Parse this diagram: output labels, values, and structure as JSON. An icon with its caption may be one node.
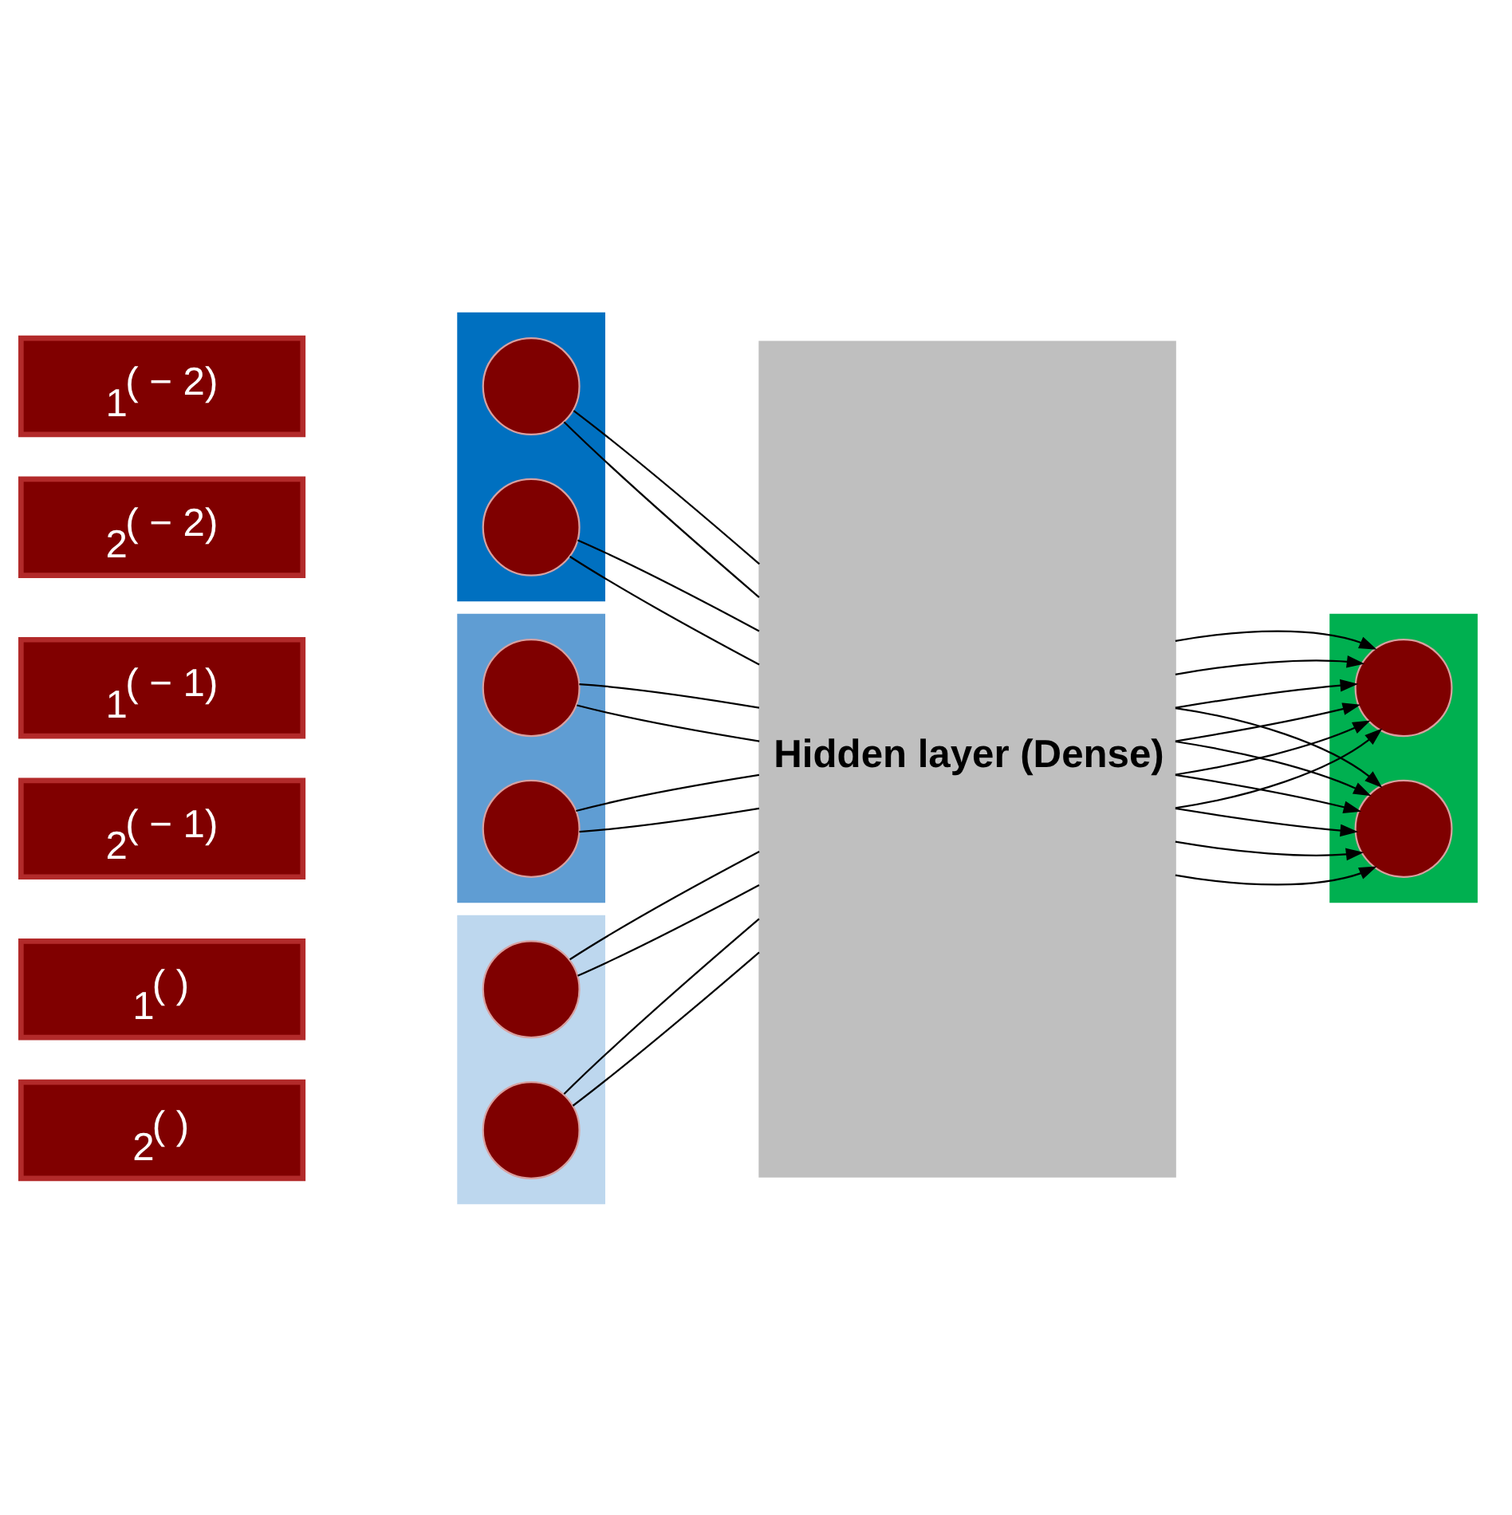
{
  "diagram": {
    "nodes": [
      {
        "text": [
          "$_{1}$( − 2)"
        ]
      },
      {
        "text": [
          "$_{2}$( − 2)"
        ]
      },
      {
        "text": [
          "$_{1}$( − 1)"
        ]
      },
      {
        "text": [
          "$_{2}$( − 1)"
        ]
      },
      {
        "text": [
          "$_{1}$( )"
        ]
      },
      {
        "text": [
          "$_{2}$( )"
        ]
      },
      {
        "text": [],
        "shape": "box"
      },
      {
        "text": [],
        "shape": "circle",
        "in": 6
      },
      {
        "text": [],
        "shape": "circle",
        "in": 6
      },
      {
        "text": [],
        "shape": "box"
      },
      {
        "text": [],
        "shape": "circle",
        "in": 9
      },
      {
        "text": [],
        "shape": "circle",
        "in": 9
      },
      {
        "text": [],
        "shape": "box"
      },
      {
        "text": [],
        "shape": "circle",
        "in": 12
      },
      {
        "text": [],
        "shape": "circle",
        "in": 12
      },
      {
        "text": [
          "Hidden layer (Dense)"
        ]
      },
      {
        "text": [],
        "shape": "box"
      },
      {
        "text": [],
        "shape": "circle",
        "in": 16
      },
      {
        "text": [],
        "shape": "circle",
        "in": 16
      }
    ],
    "edges": [
      {
        "from": 7,
        "to": 15,
        "arrow": "none"
      },
      {
        "from": 7,
        "to": 15,
        "arrow": "none"
      },
      {
        "from": 8,
        "to": 15,
        "arrow": "none"
      },
      {
        "from": 8,
        "to": 15,
        "arrow": "none"
      },
      {
        "from": 10,
        "to": 15,
        "arrow": "none"
      },
      {
        "from": 10,
        "to": 15,
        "arrow": "none"
      },
      {
        "from": 11,
        "to": 15,
        "arrow": "none"
      },
      {
        "from": 11,
        "to": 15,
        "arrow": "none"
      },
      {
        "from": 13,
        "to": 15,
        "arrow": "none"
      },
      {
        "from": 13,
        "to": 15,
        "arrow": "none"
      },
      {
        "from": 14,
        "to": 15,
        "arrow": "none"
      },
      {
        "from": 14,
        "to": 15,
        "arrow": "none"
      },
      {
        "from": 15,
        "to": 17,
        "arrow": "to"
      },
      {
        "from": 15,
        "to": 17,
        "arrow": "to"
      },
      {
        "from": 15,
        "to": 17,
        "arrow": "to"
      },
      {
        "from": 15,
        "to": 17,
        "arrow": "to"
      },
      {
        "from": 15,
        "to": 17,
        "arrow": "to"
      },
      {
        "from": 15,
        "to": 17,
        "arrow": "to"
      },
      {
        "from": 15,
        "to": 18,
        "arrow": "to"
      },
      {
        "from": 15,
        "to": 18,
        "arrow": "to"
      },
      {
        "from": 15,
        "to": 18,
        "arrow": "to"
      },
      {
        "from": 15,
        "to": 18,
        "arrow": "to"
      },
      {
        "from": 15,
        "to": 18,
        "arrow": "to"
      },
      {
        "from": 15,
        "to": 18,
        "arrow": "to"
      }
    ]
  }
}
